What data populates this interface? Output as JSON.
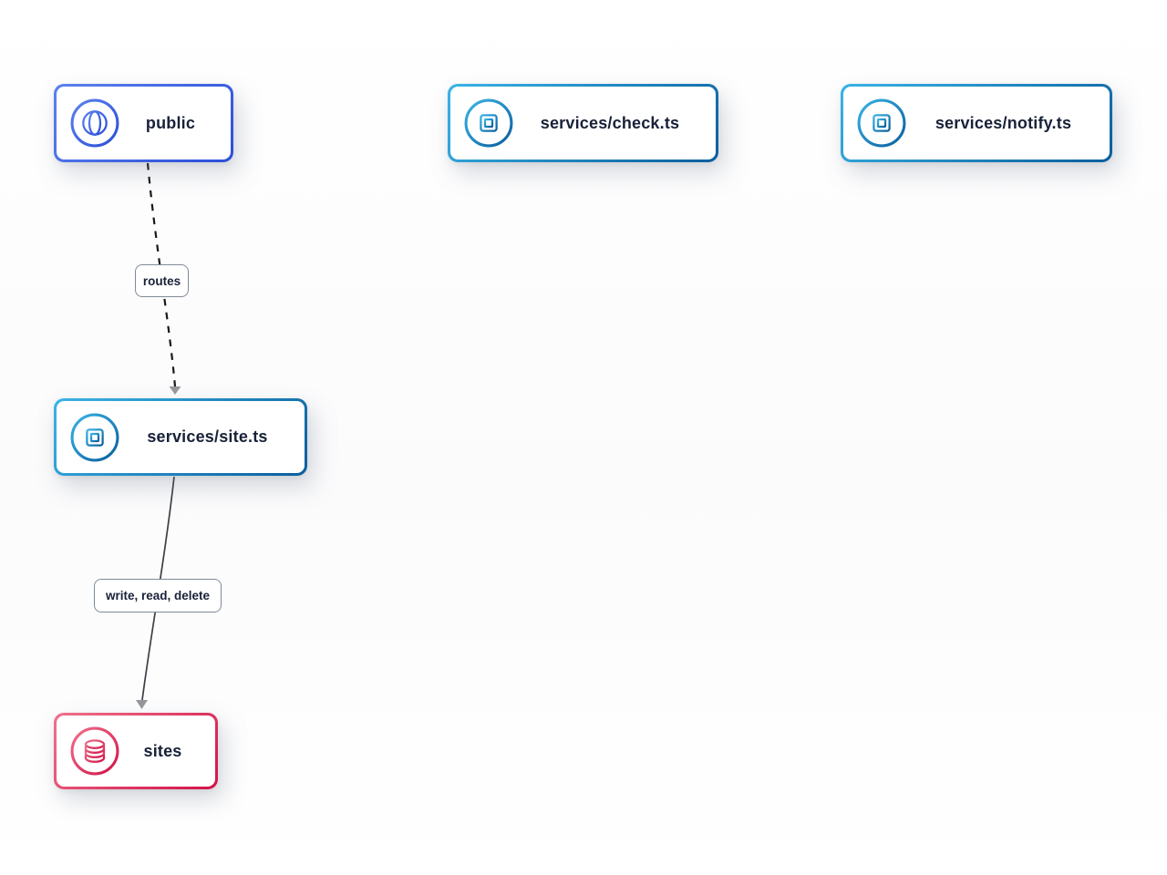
{
  "diagram": {
    "nodes": [
      {
        "id": "public",
        "label": "public",
        "icon": "globe-icon",
        "accent_from": "#5c82ee",
        "accent_to": "#2b4fd8"
      },
      {
        "id": "services-check",
        "label": "services/check.ts",
        "icon": "chip-icon",
        "accent_from": "#3ab4e6",
        "accent_to": "#0a5e9d"
      },
      {
        "id": "services-notify",
        "label": "services/notify.ts",
        "icon": "chip-icon",
        "accent_from": "#3ab4e6",
        "accent_to": "#0a5e9d"
      },
      {
        "id": "services-site",
        "label": "services/site.ts",
        "icon": "chip-icon",
        "accent_from": "#3ab4e6",
        "accent_to": "#0a5e9d"
      },
      {
        "id": "sites",
        "label": "sites",
        "icon": "database-icon",
        "accent_from": "#f0718c",
        "accent_to": "#d31247"
      }
    ],
    "edges": [
      {
        "from": "public",
        "to": "services-site",
        "label": "routes",
        "style": "dashed"
      },
      {
        "from": "services-site",
        "to": "sites",
        "label": "write, read, delete",
        "style": "solid"
      }
    ],
    "colors": {
      "edge_dashed": "#17191c",
      "edge_solid": "#3c4046",
      "arrowhead": "#97989c",
      "node_text": "#182138",
      "edge_label_border": "#7f8a97",
      "node_background": "#ffffff",
      "canvas_background": "#fcfcfd"
    }
  }
}
